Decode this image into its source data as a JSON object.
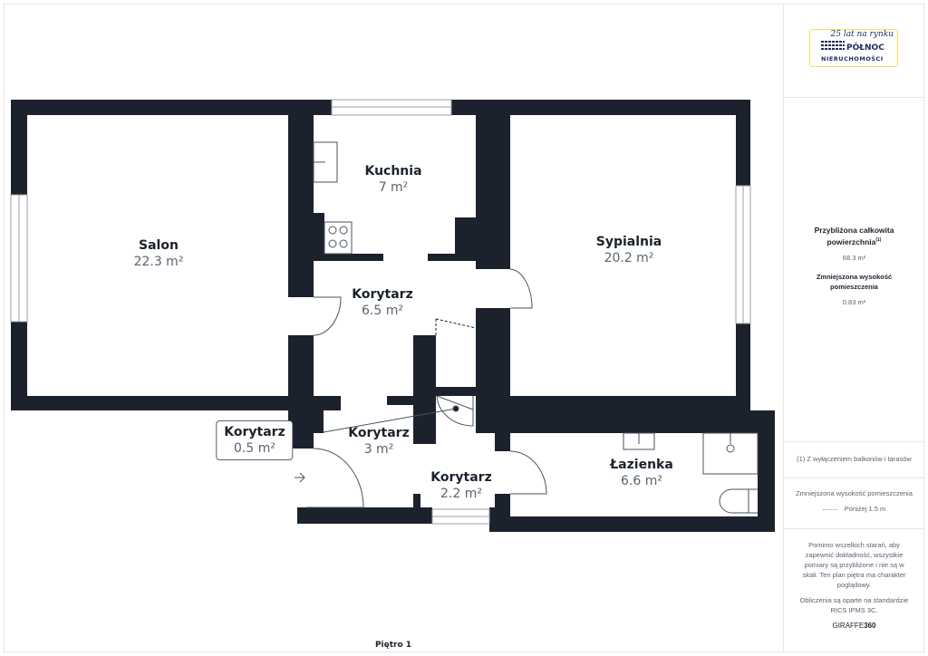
{
  "plan": {
    "floor_label": "Piętro 1",
    "rooms": [
      {
        "name": "Salon",
        "area": "22.3 m²"
      },
      {
        "name": "Kuchnia",
        "area": "7 m²"
      },
      {
        "name": "Sypialnia",
        "area": "20.2 m²"
      },
      {
        "name": "Korytarz",
        "area": "6.5 m²"
      },
      {
        "name": "Korytarz",
        "area": "0.5 m²"
      },
      {
        "name": "Korytarz",
        "area": "3 m²"
      },
      {
        "name": "Korytarz",
        "area": "2.2 m²"
      },
      {
        "name": "Łazienka",
        "area": "6.6 m²"
      }
    ],
    "wall_color": "#1b222d"
  },
  "logo": {
    "tagline": "25 lat na rynku",
    "name": "PÓŁNOC",
    "sub": "NIERUCHOMOŚCI"
  },
  "panel": {
    "total_title": "Przybliżona całkowita powierzchnia",
    "total_sup": "(1)",
    "total_value": "68.3 m²",
    "reduced_title": "Zmniejszona wysokość pomieszczenia",
    "reduced_value": "0.83 m²",
    "footnote": "(1) Z wyłączeniem balkonów i tarasów",
    "legend_title": "Zmniejszona wysokość pomieszczenia",
    "legend_item": "Poniżej 1.5 m",
    "disclaimer": "Pomimo wszelkich starań, aby zapewnić dokładność, wszystkie pomiary są przybliżone i nie są w skali. Ten plan piętra ma charakter poglądowy.",
    "standard": "Obliczenia są oparte na standardzie RICS IPMS 3C.",
    "brand_a": "GIRAFFE",
    "brand_b": "360"
  }
}
